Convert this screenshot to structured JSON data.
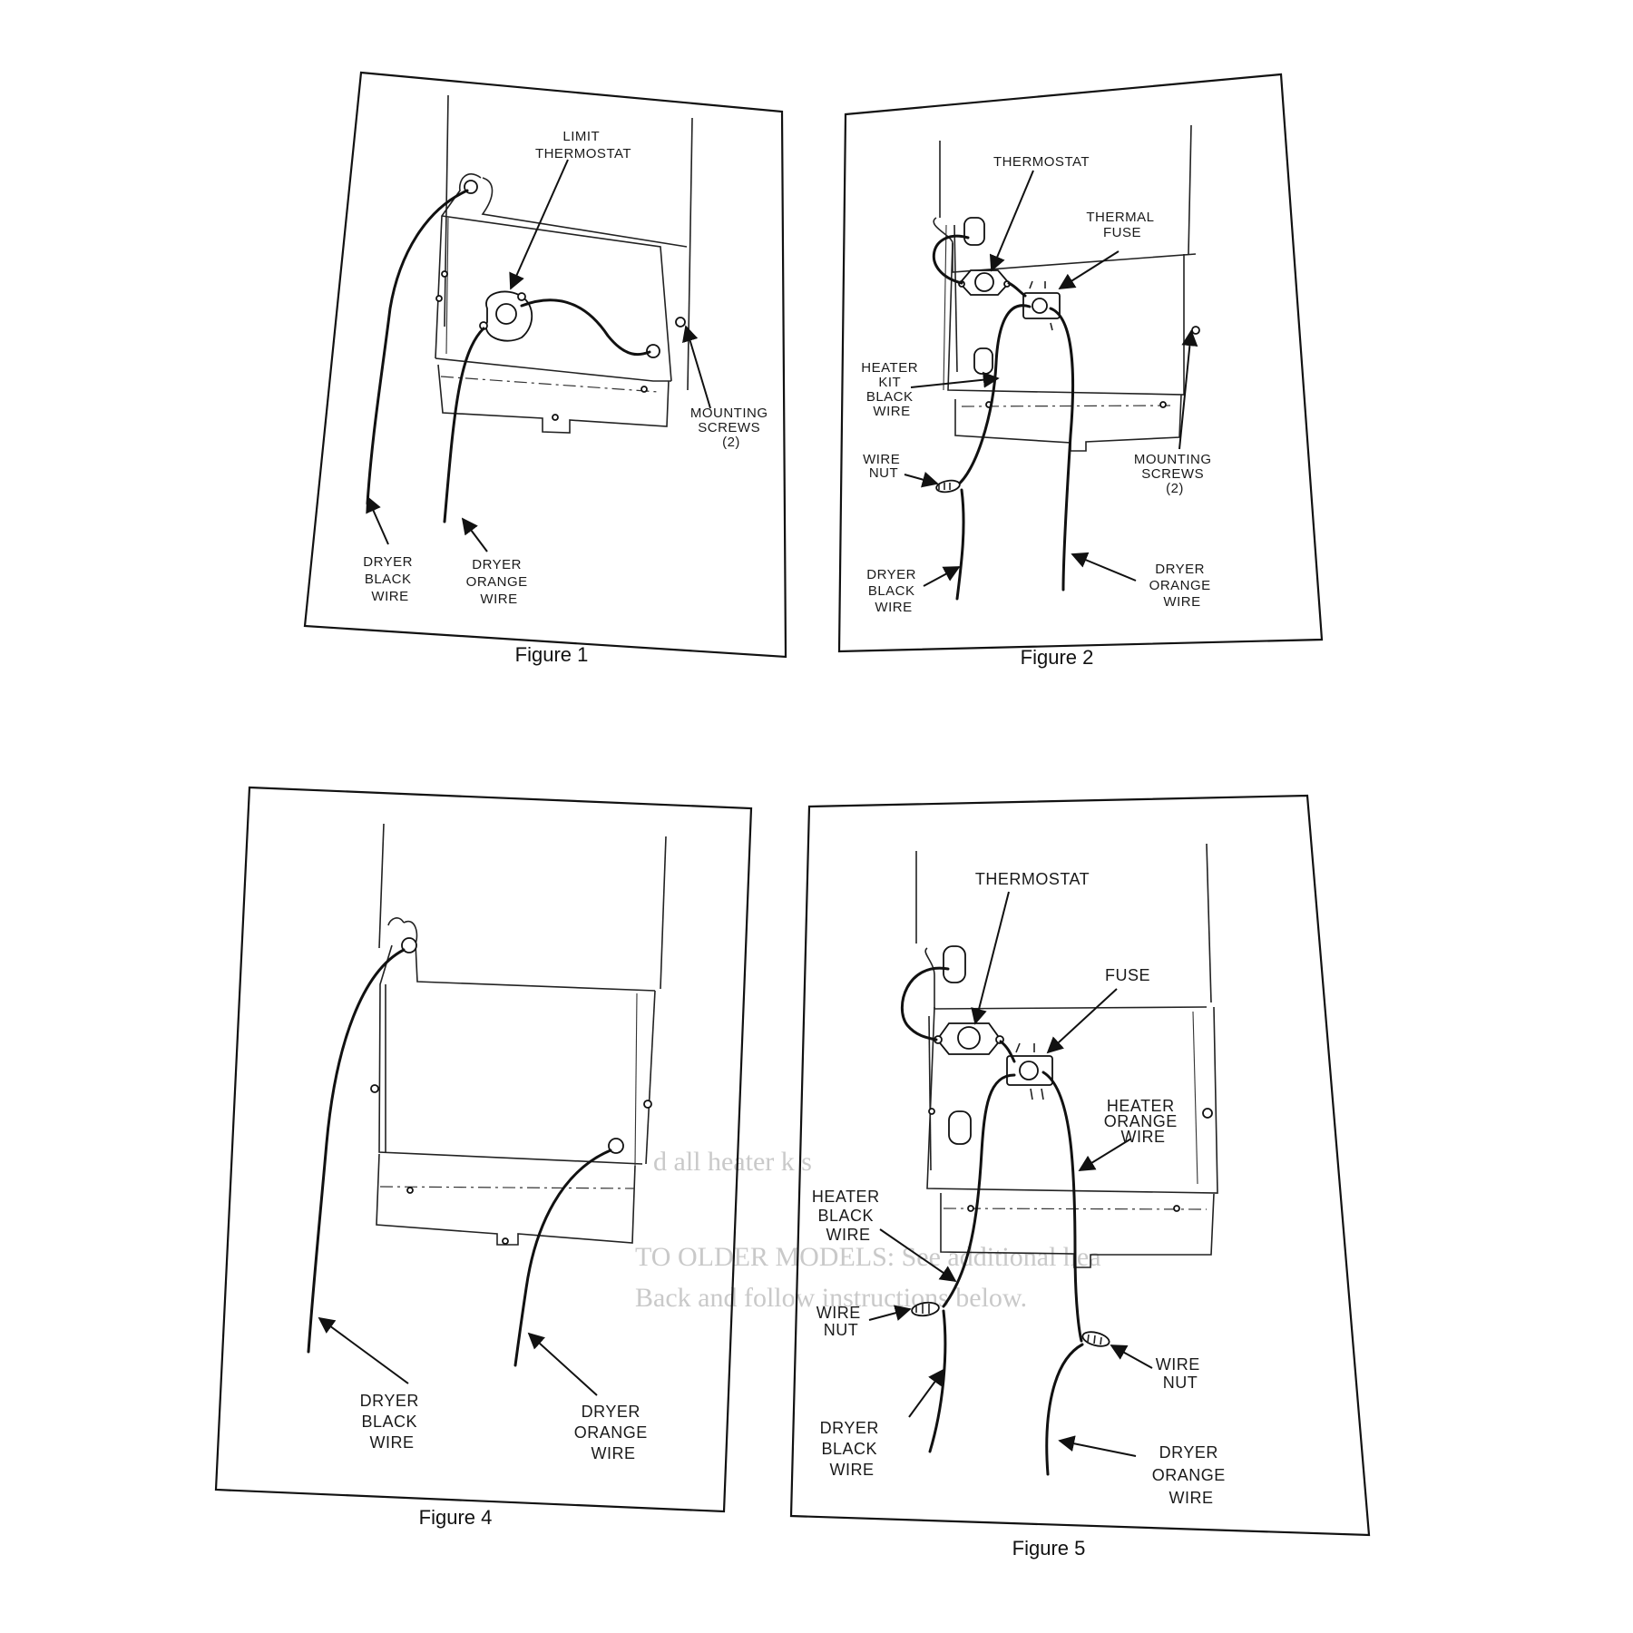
{
  "figures": [
    {
      "caption": "Figure 1",
      "labels": {
        "limit_thermostat": [
          "LIMIT",
          "THERMOSTAT"
        ],
        "mounting_screws": [
          "MOUNTING",
          "SCREWS",
          "(2)"
        ],
        "dryer_black_wire": [
          "DRYER",
          "BLACK",
          "WIRE"
        ],
        "dryer_orange_wire": [
          "DRYER",
          "ORANGE",
          "WIRE"
        ]
      }
    },
    {
      "caption": "Figure 2",
      "labels": {
        "thermostat": [
          "THERMOSTAT"
        ],
        "thermal_fuse": [
          "THERMAL",
          "FUSE"
        ],
        "heater_kit_black_wire": [
          "HEATER",
          "KIT",
          "BLACK",
          "WIRE"
        ],
        "wire_nut": [
          "WIRE",
          "NUT"
        ],
        "mounting_screws": [
          "MOUNTING",
          "SCREWS",
          "(2)"
        ],
        "dryer_black_wire": [
          "DRYER",
          "BLACK",
          "WIRE"
        ],
        "dryer_orange_wire": [
          "DRYER",
          "ORANGE",
          "WIRE"
        ]
      }
    },
    {
      "caption": "Figure 4",
      "labels": {
        "dryer_black_wire": [
          "DRYER",
          "BLACK",
          "WIRE"
        ],
        "dryer_orange_wire": [
          "DRYER",
          "ORANGE",
          "WIRE"
        ]
      }
    },
    {
      "caption": "Figure 5",
      "labels": {
        "thermostat": [
          "THERMOSTAT"
        ],
        "fuse": [
          "FUSE"
        ],
        "heater_orange_wire": [
          "HEATER",
          "ORANGE",
          "WIRE"
        ],
        "heater_black_wire": [
          "HEATER",
          "BLACK",
          "WIRE"
        ],
        "wire_nut_left": [
          "WIRE",
          "NUT"
        ],
        "wire_nut_right": [
          "WIRE",
          "NUT"
        ],
        "dryer_black_wire": [
          "DRYER",
          "BLACK",
          "WIRE"
        ],
        "dryer_orange_wire": [
          "DRYER",
          "ORANGE",
          "WIRE"
        ]
      }
    }
  ],
  "bleed_through_text": [
    "d                all heater        k          s          ",
    "TO OLDER MODELS: See additional hea",
    "Back and follow instructions below."
  ]
}
